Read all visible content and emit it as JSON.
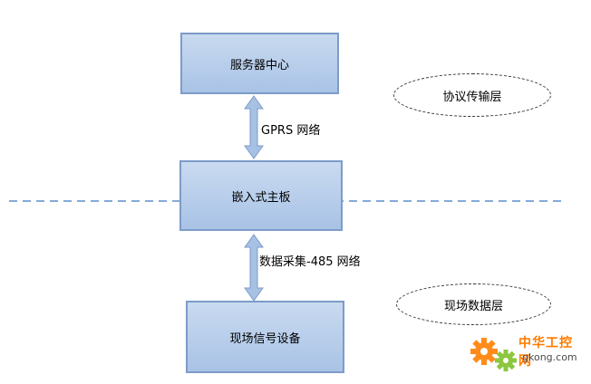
{
  "nodes": {
    "server": "服务器中心",
    "board": "嵌入式主板",
    "field": "现场信号设备"
  },
  "edges": {
    "top": "GPRS 网络",
    "bottom": "数据采集-485 网络"
  },
  "layers": {
    "transport": "协议传输层",
    "field_data": "现场数据层"
  },
  "watermark": {
    "name": "中华工控网",
    "url": "gkong.com"
  },
  "colors": {
    "box_border": "#7d9cc8",
    "box_fill": "#b9cfeb",
    "divider": "#5b8ec9",
    "arrow_fill": "#a6c1e4",
    "watermark_orange": "#ff7a00",
    "watermark_green": "#8dc63f"
  }
}
